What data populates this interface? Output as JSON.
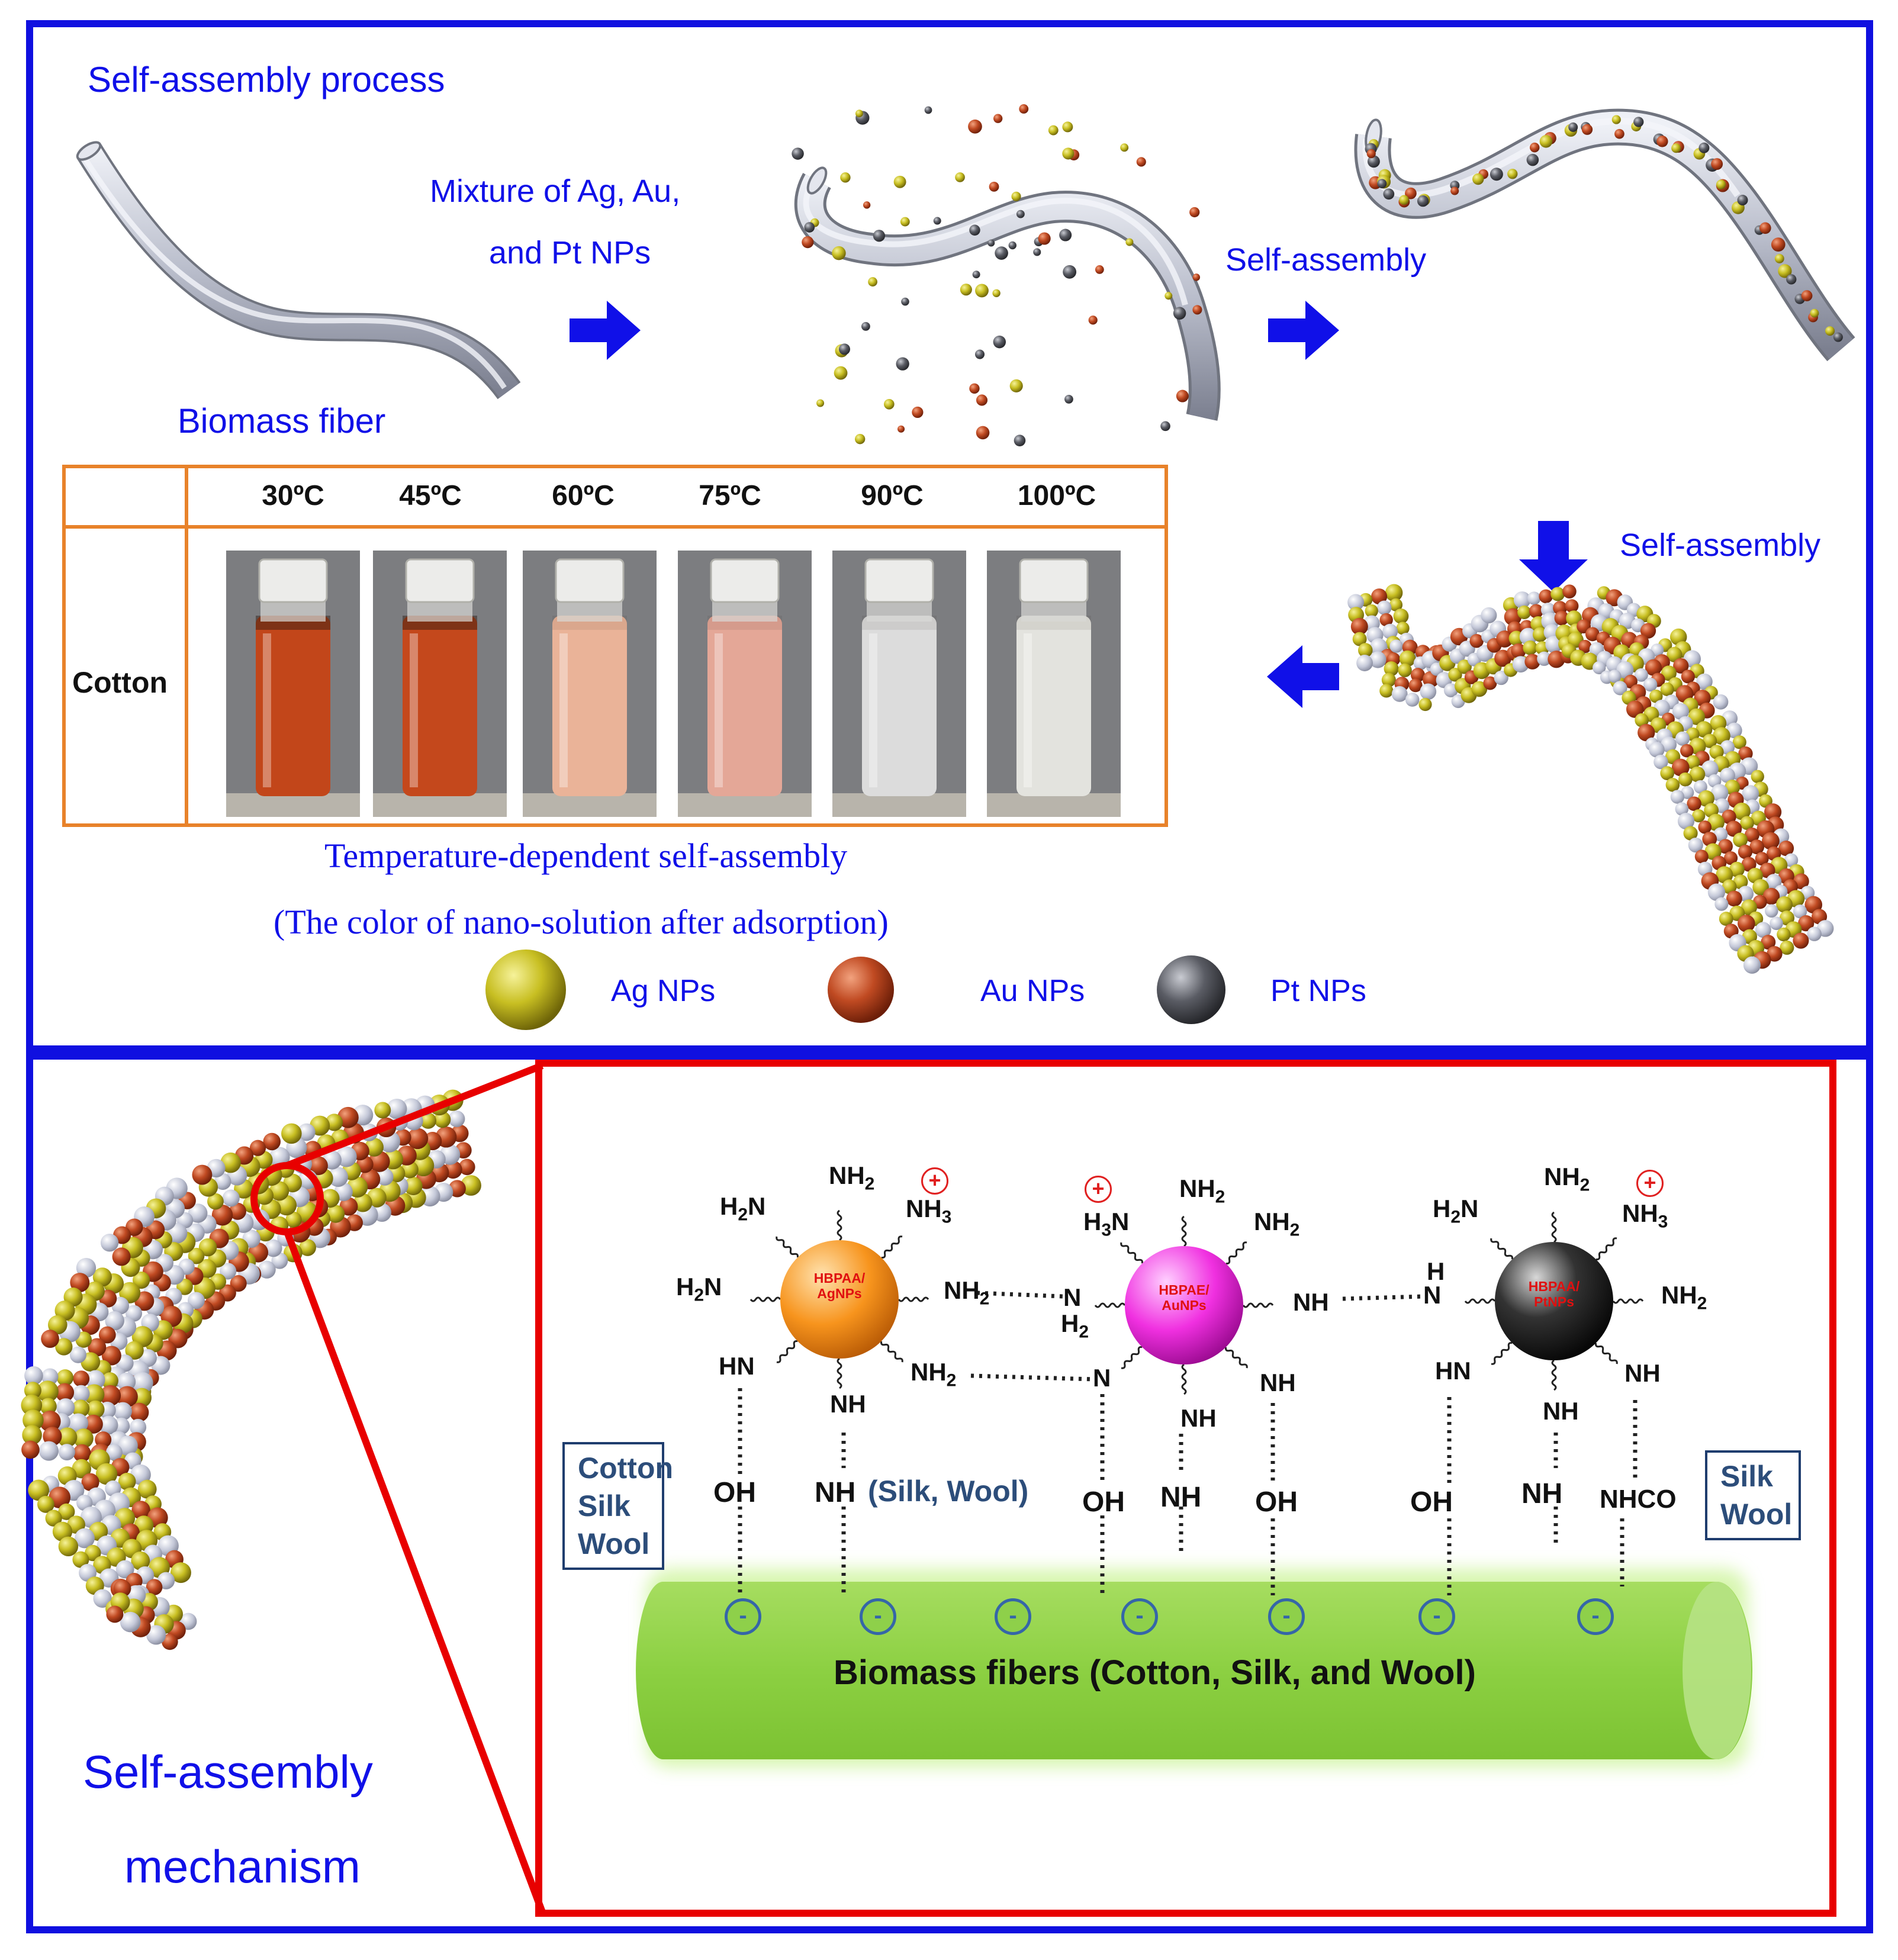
{
  "top": {
    "title": "Self-assembly process",
    "mixture_line1": "Mixture of Ag, Au,",
    "mixture_line2": "and Pt NPs",
    "self_assembly_1": "Self-assembly",
    "self_assembly_2": "Self-assembly",
    "biomass_fiber": "Biomass fiber"
  },
  "vial_table": {
    "temperatures": [
      "30ºC",
      "45ºC",
      "60ºC",
      "75ºC",
      "90ºC",
      "100ºC"
    ],
    "row_label": "Cotton",
    "vial_colors": [
      "#c2461a",
      "#c4481c",
      "#eab398",
      "#e4a797",
      "#dcdcdc",
      "#e3e3de"
    ],
    "caption1": "Temperature-dependent self-assembly",
    "caption2": "(The color of nano-solution after adsorption)"
  },
  "legend": {
    "ag": "Ag NPs",
    "au": "Au NPs",
    "pt": "Pt NPs",
    "ag_color": "#c8bf22",
    "au_color": "#c04a22",
    "pt_color": "#5a5c64"
  },
  "bottom": {
    "mech_line1": "Self-assembly",
    "mech_line2": "mechanism",
    "fiber_label": "Biomass fibers (Cotton, Silk, and Wool)",
    "box_left": [
      "Cotton",
      "Silk",
      "Wool"
    ],
    "box_right": [
      "Silk",
      "Wool"
    ],
    "np1": [
      "HBPAA/",
      "AgNPs"
    ],
    "np2": [
      "HBPAE/",
      "AuNPs"
    ],
    "np3": [
      "HBPAA/",
      "PtNPs"
    ],
    "silk_wool_note": "(Silk, Wool)"
  },
  "colors": {
    "frame_blue": "#1010e0",
    "zoom_red": "#e80000",
    "table_orange": "#e8822a",
    "fiber_green": "#8ed04a"
  }
}
